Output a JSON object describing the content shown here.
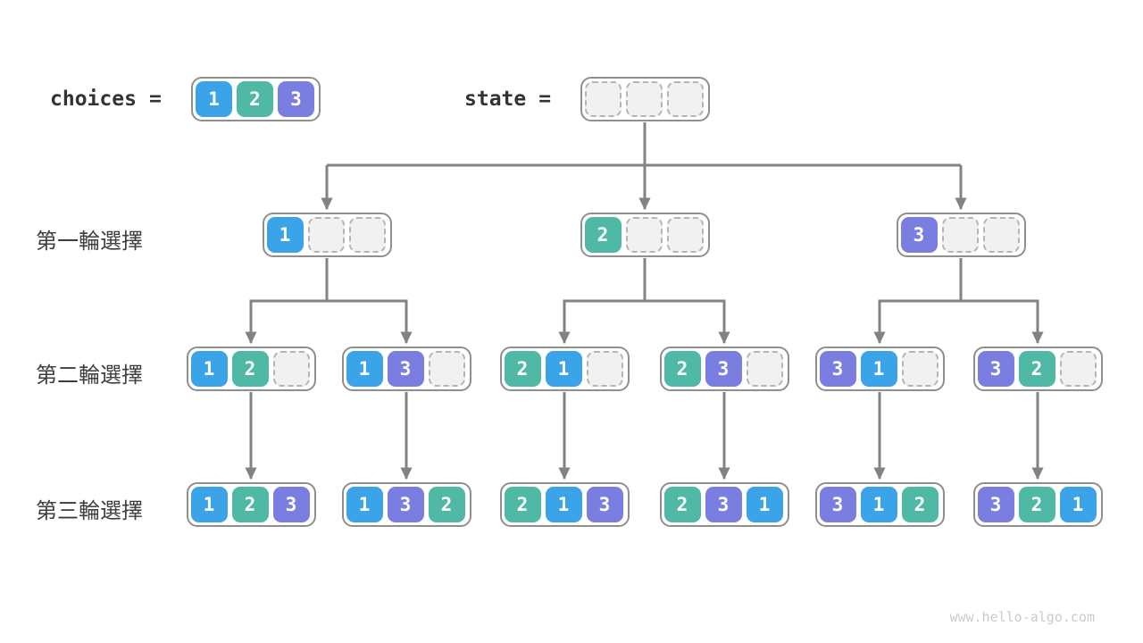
{
  "header": {
    "choices_label": "choices",
    "choices_equals": "=",
    "choices_values": [
      1,
      2,
      3
    ],
    "state_label": "state",
    "state_equals": "=",
    "state_slots": 3
  },
  "rows": [
    {
      "label": "第一輪選擇",
      "nodes": [
        {
          "cells": [
            1,
            null,
            null
          ]
        },
        {
          "cells": [
            2,
            null,
            null
          ]
        },
        {
          "cells": [
            3,
            null,
            null
          ]
        }
      ]
    },
    {
      "label": "第二輪選擇",
      "nodes": [
        {
          "cells": [
            1,
            2,
            null
          ]
        },
        {
          "cells": [
            1,
            3,
            null
          ]
        },
        {
          "cells": [
            2,
            1,
            null
          ]
        },
        {
          "cells": [
            2,
            3,
            null
          ]
        },
        {
          "cells": [
            3,
            1,
            null
          ]
        },
        {
          "cells": [
            3,
            2,
            null
          ]
        }
      ]
    },
    {
      "label": "第三輪選擇",
      "nodes": [
        {
          "cells": [
            1,
            2,
            3
          ]
        },
        {
          "cells": [
            1,
            3,
            2
          ]
        },
        {
          "cells": [
            2,
            1,
            3
          ]
        },
        {
          "cells": [
            2,
            3,
            1
          ]
        },
        {
          "cells": [
            3,
            1,
            2
          ]
        },
        {
          "cells": [
            3,
            2,
            1
          ]
        }
      ]
    }
  ],
  "colors": {
    "value1": "#3BA3E8",
    "value2": "#4FB9A6",
    "value3": "#7A7EE0",
    "arrow": "#838383",
    "box_border": "#8F8F8F",
    "empty_fill": "#F1F1F1",
    "empty_border": "#B5B5B5",
    "label_text": "#3d3d3d",
    "watermark": "#CBCBCB"
  },
  "watermark": "www.hello-algo.com"
}
